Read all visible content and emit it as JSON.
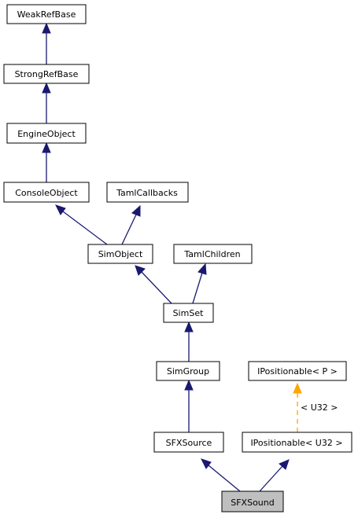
{
  "diagram": {
    "nodes": {
      "weakrefbase": "WeakRefBase",
      "strongrefbase": "StrongRefBase",
      "engineobject": "EngineObject",
      "consoleobject": "ConsoleObject",
      "tamlcallbacks": "TamlCallbacks",
      "simobject": "SimObject",
      "tamlchildren": "TamlChildren",
      "simset": "SimSet",
      "simgroup": "SimGroup",
      "ipositionable_p": "IPositionable< P >",
      "sfxsource": "SFXSource",
      "ipositionable_u32": "IPositionable< U32 >",
      "sfxsound": "SFXSound"
    },
    "template_edge_label": "< U32 >",
    "colors": {
      "inheritance": "#191970",
      "template": "#ffa500",
      "current_node_fill": "#bfbfbf"
    }
  }
}
